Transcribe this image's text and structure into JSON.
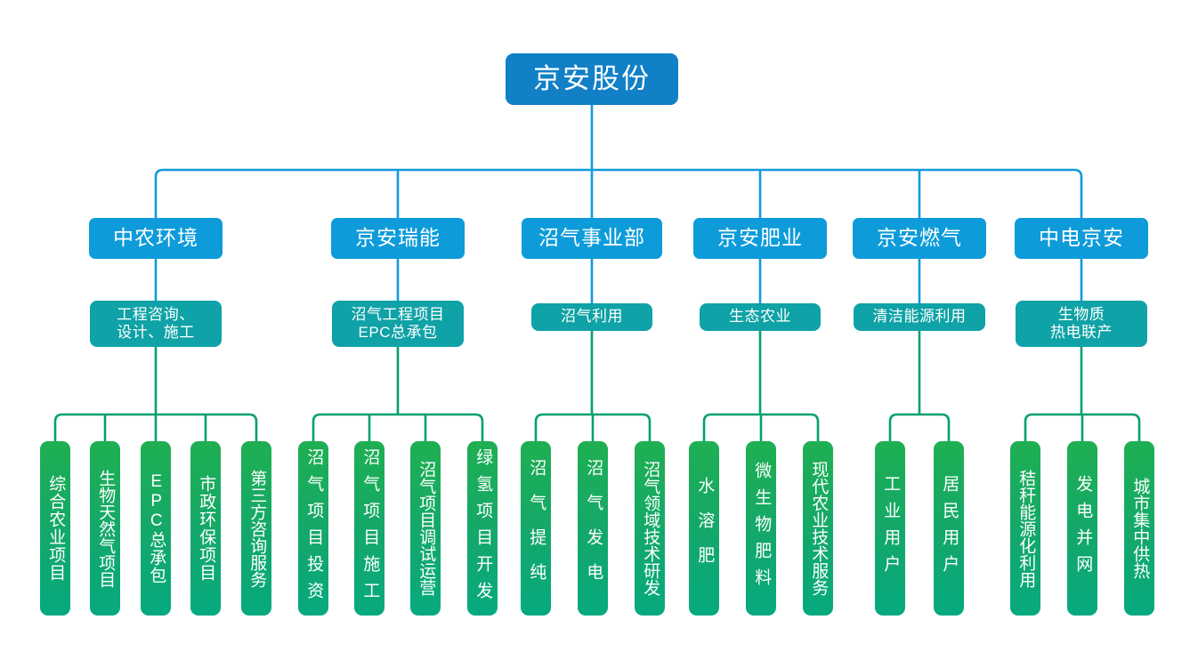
{
  "diagram": {
    "title": "京安股份 组织架构图",
    "type": "org-chart",
    "colors": {
      "root": "#1180C6",
      "division": "#0E9BDA",
      "business_line": "#0FA2A6",
      "leaf_top": "#1FAF52",
      "leaf_bottom": "#06A97F",
      "wire_blue": "#0E9BDA",
      "wire_green": "#00A070",
      "background": "#FFFFFF"
    },
    "root": {
      "label": "京安股份"
    },
    "divisions": [
      {
        "id": "zhongnong",
        "label": "中农环境",
        "business_line": "工程咨询、\n设计、施工",
        "leaves": [
          {
            "label": "综合农业项目"
          },
          {
            "label": "生物天然气项目"
          },
          {
            "label": "EPC总承包"
          },
          {
            "label": "市政环保项目"
          },
          {
            "label": "第三方咨询服务"
          }
        ]
      },
      {
        "id": "jinganruineng",
        "label": "京安瑞能",
        "business_line": "沼气工程项目\nEPC总承包",
        "leaves": [
          {
            "label": "沼气项目投资"
          },
          {
            "label": "沼气项目施工"
          },
          {
            "label": "沼气项目调试运营"
          },
          {
            "label": "绿氢项目开发"
          }
        ]
      },
      {
        "id": "zhaoqi",
        "label": "沼气事业部",
        "business_line": "沼气利用",
        "leaves": [
          {
            "label": "沼气提纯"
          },
          {
            "label": "沼气发电"
          },
          {
            "label": "沼气领域技术研发"
          }
        ]
      },
      {
        "id": "jinganfeiye",
        "label": "京安肥业",
        "business_line": "生态农业",
        "leaves": [
          {
            "label": "水溶肥"
          },
          {
            "label": "微生物肥料"
          },
          {
            "label": "现代农业技术服务"
          }
        ]
      },
      {
        "id": "jinganranqi",
        "label": "京安燃气",
        "business_line": "清洁能源利用",
        "leaves": [
          {
            "label": "工业用户"
          },
          {
            "label": "居民用户"
          }
        ]
      },
      {
        "id": "zhongdianjingan",
        "label": "中电京安",
        "business_line": "生物质\n热电联产",
        "leaves": [
          {
            "label": "秸秆能源化利用"
          },
          {
            "label": "发电并网"
          },
          {
            "label": "城市集中供热"
          }
        ]
      }
    ]
  }
}
